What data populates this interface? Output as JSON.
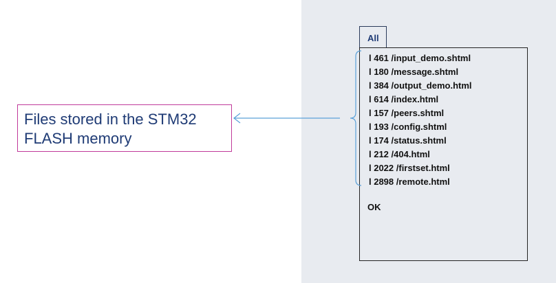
{
  "callout": {
    "text": "Files stored in the STM32 FLASH memory"
  },
  "terminal": {
    "tab_label": "All",
    "files": [
      "l 461 /input_demo.shtml",
      "l 180 /message.shtml",
      "l 384 /output_demo.html",
      "l 614 /index.html",
      "l 157 /peers.shtml",
      "l 193 /config.shtml",
      "l 174 /status.shtml",
      "l 212 /404.html",
      "l 2022 /firstset.html",
      "l 2898 /remote.html"
    ],
    "status": "OK"
  },
  "colors": {
    "panel_background": "#e8ebf0",
    "callout_border": "#c0399a",
    "callout_text": "#1f3b75",
    "connector": "#5aa0d8",
    "tab_text": "#1f3b75"
  }
}
